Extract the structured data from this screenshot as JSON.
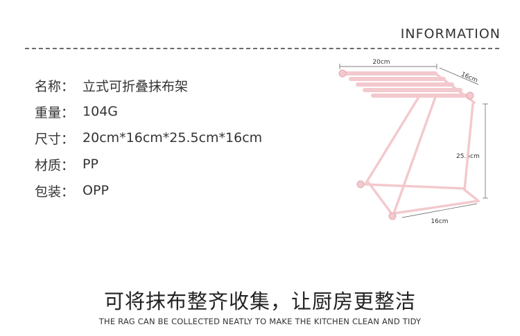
{
  "header": {
    "title": "INFORMATION"
  },
  "specs": [
    {
      "label": "名称",
      "separator": "：",
      "value": "立式可折叠抹布架"
    },
    {
      "label": "重量",
      "separator": "：",
      "value": "104G"
    },
    {
      "label": "尺寸",
      "separator": "：",
      "value": "20cm*16cm*25.5cm*16cm"
    },
    {
      "label": "材质",
      "separator": "：",
      "value": "PP"
    },
    {
      "label": "包装",
      "separator": "：",
      "value": "OPP"
    }
  ],
  "figure": {
    "dim_top_width": "20cm",
    "dim_top_depth": "16cm",
    "dim_height": "25.5cm",
    "dim_base_depth": "16cm",
    "product_color": "#f3c9cd",
    "product_edge_color": "#e3aab0"
  },
  "slogan": {
    "cn": "可将抹布整齐收集，让厨房更整洁",
    "en": "THE RAG CAN BE COLLECTED NEATLY TO MAKE THE KITCHEN CLEAN AND TIDY"
  }
}
